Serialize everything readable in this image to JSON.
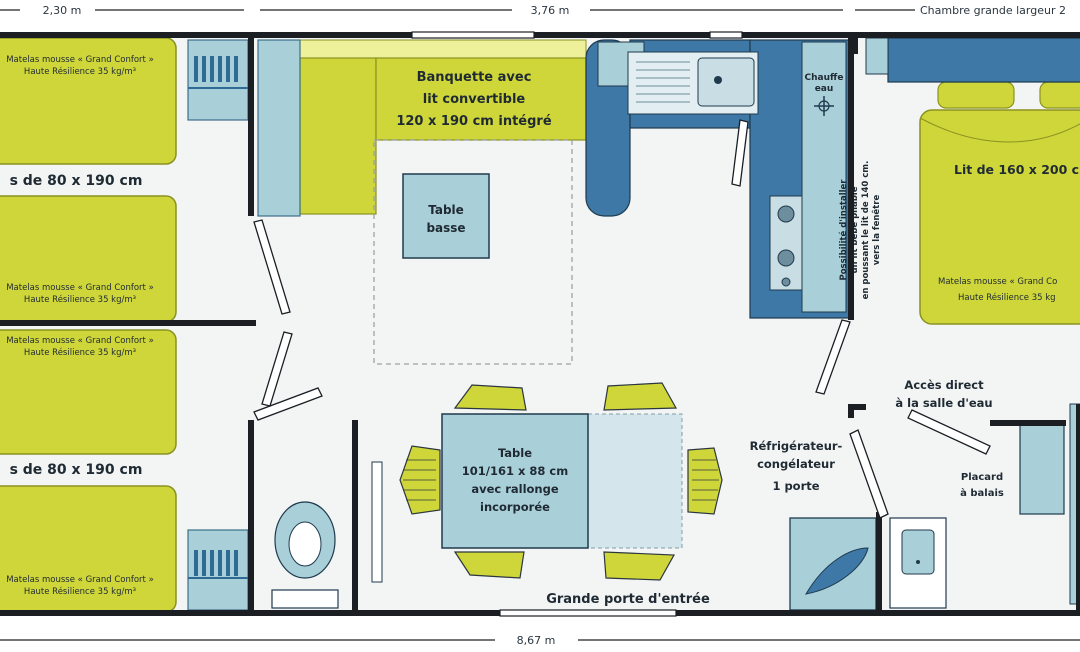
{
  "dimensions": {
    "top_left": "2,30 m",
    "top_mid": "3,76 m",
    "top_right": "Chambre grande largeur 2",
    "bottom": "8,67 m"
  },
  "bedroom_twin": {
    "bed_size_top": "s de 80 x 190 cm",
    "bed_size_bottom": "s de 80 x 190 cm",
    "mattress_line1": "Matelas mousse « Grand Confort »",
    "mattress_line2": "Haute Résilience 35 kg/m³"
  },
  "living": {
    "sofa_line1": "Banquette avec",
    "sofa_line2": "lit convertible",
    "sofa_line3": "120 x 190 cm intégré",
    "coffee_table_line1": "Table",
    "coffee_table_line2": "basse",
    "dining_line1": "Table",
    "dining_line2": "101/161 x 88 cm",
    "dining_line3": "avec rallonge",
    "dining_line4": "incorporée",
    "entrance": "Grande porte d'entrée"
  },
  "kitchen": {
    "water_heater_line1": "Chauffe",
    "water_heater_line2": "eau",
    "fridge_line1": "Réfrigérateur-",
    "fridge_line2": "congélateur",
    "fridge_line3": "1 porte"
  },
  "master_bedroom": {
    "bed_size": "Lit de 160 x 200 c",
    "mattress_line1": "Matelas mousse « Grand Co",
    "mattress_line2": "Haute Résilience 35 kg",
    "crib_line1": "Possibilité d'installer",
    "crib_line2": "un lit bébé pliable",
    "crib_line3": "en poussant le lit de 140 cm.",
    "crib_line4": "vers la fenêtre"
  },
  "bathroom": {
    "access_line1": "Accès direct",
    "access_line2": "à la salle d'eau",
    "closet_line1": "Placard",
    "closet_line2": "à balais"
  },
  "colors": {
    "wall": "#1b1f24",
    "bed_green": "#cfd63a",
    "furniture_blue": "#3d78a6",
    "light_blue": "#a9cfd9",
    "floor": "#f4f6f6"
  }
}
